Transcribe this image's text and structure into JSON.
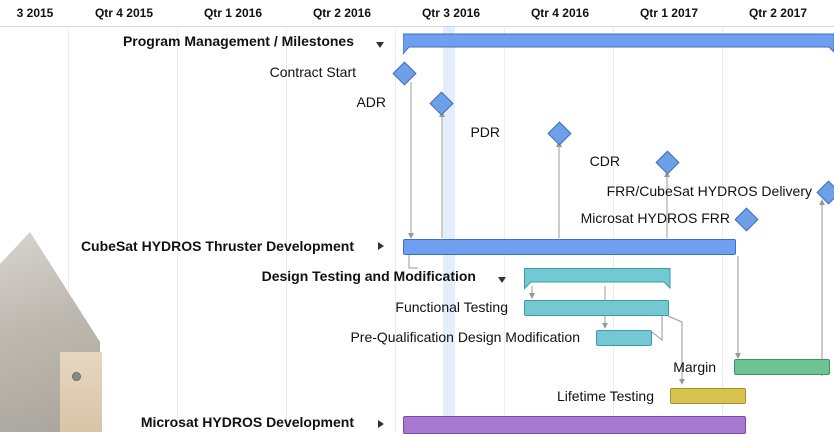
{
  "header": {
    "quarters": [
      "3 2015",
      "Qtr 4 2015",
      "Qtr 1 2016",
      "Qtr 2 2016",
      "Qtr 3 2016",
      "Qtr 4 2016",
      "Qtr 1 2017",
      "Qtr 2 2017"
    ]
  },
  "colors": {
    "summary_blue": "#6e9ff0",
    "milestone_blue": "#6ea0e8",
    "teal": "#72c9d3",
    "green": "#6dc391",
    "yellow": "#d8c34e",
    "purple": "#a978d2",
    "link_gray": "#9a9a9a"
  },
  "rows": [
    {
      "name": "Program Management / Milestones",
      "kind": "summary-expanded"
    },
    {
      "name": "Contract Start",
      "kind": "milestone"
    },
    {
      "name": "ADR",
      "kind": "milestone"
    },
    {
      "name": "PDR",
      "kind": "milestone"
    },
    {
      "name": "CDR",
      "kind": "milestone"
    },
    {
      "name": "FRR/CubeSat HYDROS Delivery",
      "kind": "milestone"
    },
    {
      "name": "Microsat HYDROS FRR",
      "kind": "milestone"
    },
    {
      "name": "CubeSat HYDROS Thruster Development",
      "kind": "summary-collapsed"
    },
    {
      "name": "Design Testing and Modification",
      "kind": "summary-expanded"
    },
    {
      "name": "Functional Testing",
      "kind": "task"
    },
    {
      "name": "Pre-Qualification Design Modification",
      "kind": "task"
    },
    {
      "name": "Margin",
      "kind": "task"
    },
    {
      "name": "Lifetime Testing",
      "kind": "task"
    },
    {
      "name": "Microsat HYDROS Development",
      "kind": "summary-collapsed"
    }
  ]
}
